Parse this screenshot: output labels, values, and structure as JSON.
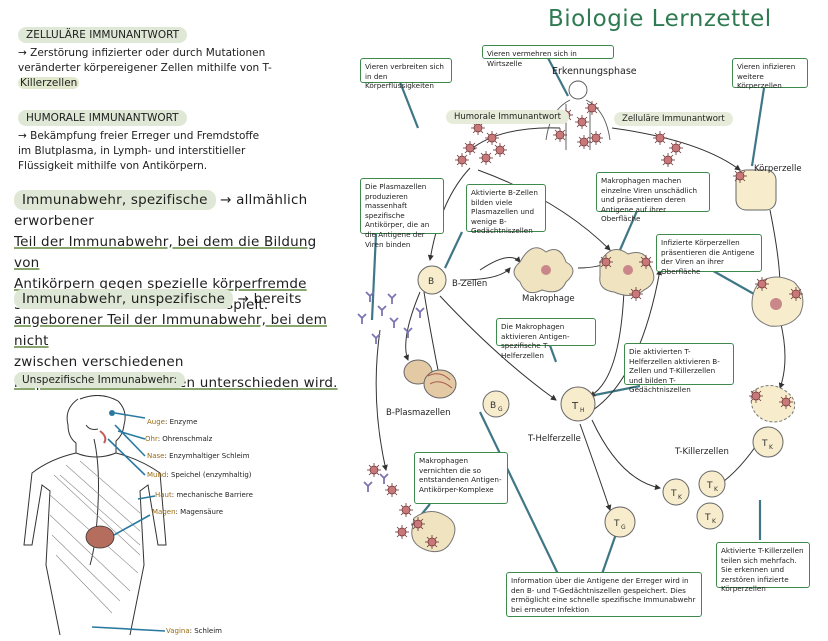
{
  "title": "Biologie Lernzettel",
  "left": {
    "zell_heading": "ZELLULÄRE IMMUNANTWORT",
    "zell_text_1": "→ Zerstörung infizierter oder durch Mutationen",
    "zell_text_2": "veränderter körpereigener Zellen mithilfe von T-",
    "zell_text_3": "Killerzellen",
    "hum_heading": "HUMORALE IMMUNANTWORT",
    "hum_text_1": "→ Bekämpfung freier Erreger und Fremdstoffe",
    "hum_text_2": "im Blutplasma, in Lymph- und interstitieller",
    "hum_text_3": "Flüssigkeit mithilfe von Antikörpern.",
    "spez_1a": "Immunabwehr, spezifische",
    "spez_1b": " → allmählich erworbener",
    "spez_2": "Teil der Immunabwehr, bei dem die Bildung von",
    "spez_3": "Antikörpern gegen spezielle körperfremde",
    "spez_4": "Strukturen eine zentrale Rolle spielt.",
    "unspez_1a": "Immunabwehr, unspezifische",
    "unspez_1b": " → bereits",
    "unspez_2": "angeborener Teil der Immunabwehr, bei dem nicht",
    "unspez_3": "zwischen verschiedenen",
    "unspez_4": "körperfremden Strukturen unterschieden wird.",
    "unspez_heading": "Unspezifische Immunabwehr:",
    "organs": [
      {
        "name": "Auge",
        "desc": ": Enzyme"
      },
      {
        "name": "Ohr",
        "desc": ": Ohrenschmalz"
      },
      {
        "name": "Nase",
        "desc": ": Enzymhaltiger Schleim"
      },
      {
        "name": "Mund",
        "desc": ": Speichel (enzymhaltig)"
      },
      {
        "name": "Haut",
        "desc": ": mechanische Barriere"
      },
      {
        "name": "Magen",
        "desc": ": Magensäure"
      },
      {
        "name": "Vagina",
        "desc": ": Schleim"
      }
    ]
  },
  "diagram": {
    "labels": {
      "erkennung": "Erkennungsphase",
      "humorale": "Humorale Immunantwort",
      "zellulaere": "Zelluläre Immunantwort",
      "koerperzelle": "Körperzelle",
      "bzellen": "B-Zellen",
      "makrophage": "Makrophage",
      "plasmazellen": "B-Plasmazellen",
      "thelfer": "T-Helferzelle",
      "tkiller": "T-Killerzellen",
      "b": "B",
      "bg": "B",
      "bg_sub": "G",
      "th": "T",
      "th_sub": "H",
      "tg": "T",
      "tg_sub": "G",
      "tk": "T",
      "tk_sub": "K"
    },
    "boxes": {
      "viren_verbreiten": "Vieren verbreiten sich in den Körperflüssigkeiten",
      "viren_vermehren": "Vieren vermehren sich in Wirtszelle",
      "viren_infizieren": "Vieren infizieren weitere Körperzellen",
      "plasmazellen": "Die Plasmazellen produzieren massenhaft spezifische Antikörper, die an die Antigene der Viren binden",
      "aktivierte_b": "Aktivierte B-Zellen bilden viele Plasmazellen und wenige B-Gedächtniszellen",
      "makro_unschaedlich": "Makrophagen machen einzelne Viren unschädlich und präsentieren deren Antigene auf ihrer Oberfläche",
      "infizierte_koerper": "Infizierte Körperzellen präsentieren die Antigene der Viren an ihrer Oberfläche",
      "makro_aktivieren": "Die Makrophagen aktivieren Antigen-spezifische T-Helferzellen",
      "aktivierte_th": "Die aktivierten T-Helferzellen aktivieren B-Zellen und T-Killerzellen und bilden T-Gedächtniszellen",
      "makro_vernichten": "Makrophagen vernichten die so entstandenen Antigen-Antikörper-Komplexe",
      "information": "Information über die Antigene der Erreger wird in den B- und T-Gedächtniszellen gespeichert. Dies ermöglicht eine schnelle spezifische Immunabwehr bei erneuter Infektion",
      "aktivierte_tk": "Aktivierte T-Killerzellen teilen sich mehrfach. Sie erkennen und zerstören infizierte Körperzellen"
    }
  }
}
